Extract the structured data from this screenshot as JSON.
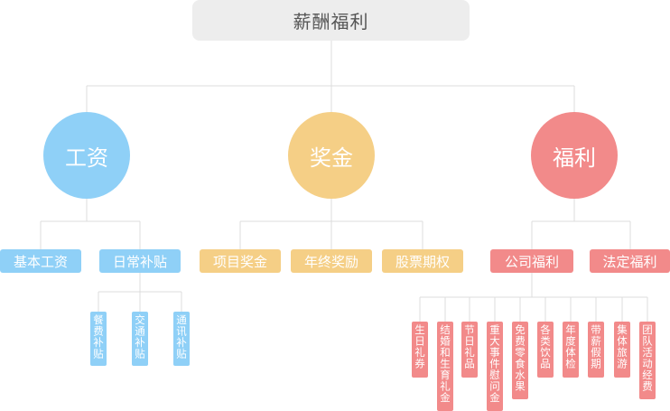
{
  "root": {
    "label": "薪酬福利"
  },
  "categories": [
    {
      "label": "工资",
      "items": [
        {
          "label": "基本工资",
          "children": []
        },
        {
          "label": "日常补贴",
          "children": [
            "餐费补贴",
            "交通补贴",
            "通讯补贴"
          ]
        }
      ]
    },
    {
      "label": "奖金",
      "items": [
        {
          "label": "项目奖金",
          "children": []
        },
        {
          "label": "年终奖励",
          "children": []
        },
        {
          "label": "股票期权",
          "children": []
        }
      ]
    },
    {
      "label": "福利",
      "items": [
        {
          "label": "公司福利",
          "children": [
            "生日礼券",
            "结婚和生育礼金",
            "节日礼品",
            "重大事件慰问金",
            "免费零食水果",
            "各类饮品",
            "年度体检",
            "带薪假期",
            "集体旅游",
            "团队活动经费"
          ]
        },
        {
          "label": "法定福利",
          "children": []
        }
      ]
    }
  ],
  "colors": {
    "blue": "#8fd0f7",
    "yellow": "#f5cf86",
    "red": "#f28a8a",
    "root_bg": "#ededed",
    "line": "#dcdcdc"
  }
}
